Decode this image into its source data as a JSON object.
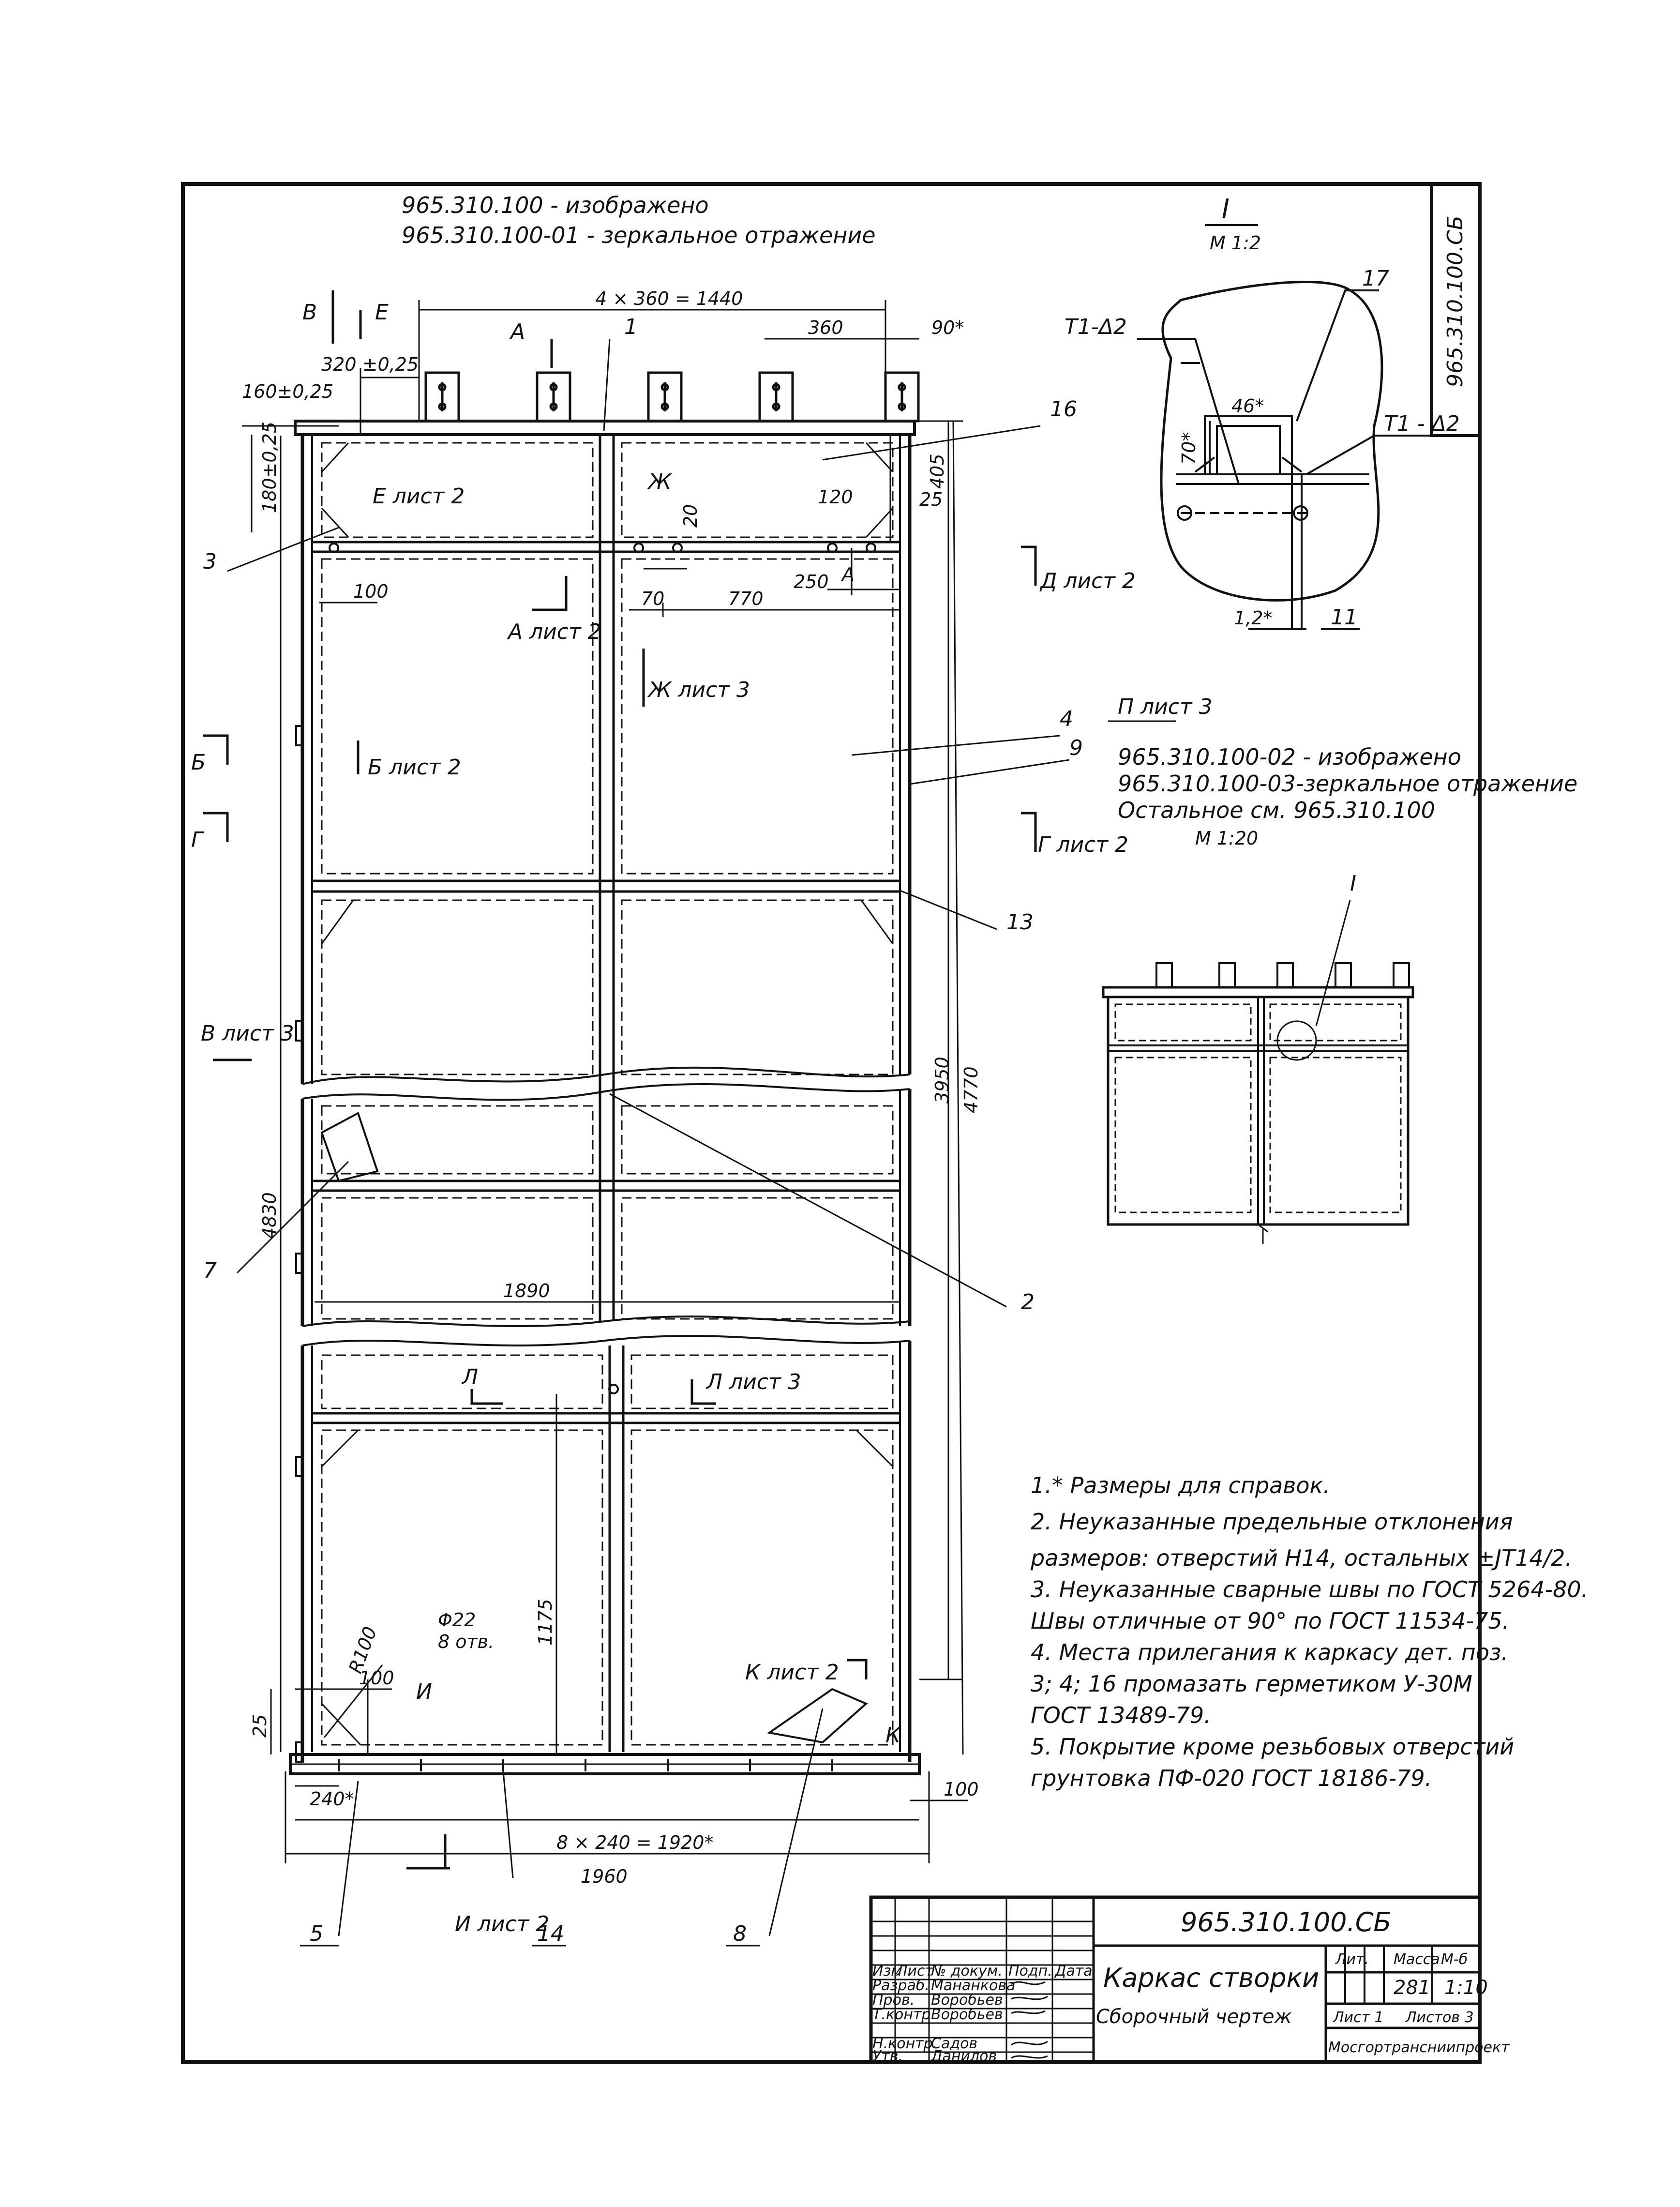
{
  "header": {
    "variant_1": "965.310.100 - изображено",
    "variant_2": "965.310.100-01 - зеркальное отражение"
  },
  "vertical_stamp": "965.310.100.СБ",
  "detail_view": {
    "title": "I",
    "scale": "М 1:2",
    "weld_left": "Т1-Δ2",
    "weld_right": "Т1 - Δ2",
    "dim_width": "46*",
    "dim_height": "70*",
    "dim_gap": "1,2*",
    "pos_17": "17",
    "pos_11": "11"
  },
  "small_view": {
    "variant_1": "965.310.100-02 - изображено",
    "variant_2": "965.310.100-03-зеркальное отражение",
    "rest": "Остальное см. 965.310.100",
    "scale": "М 1:20",
    "detail_mark": "I",
    "section_p": "П лист 3"
  },
  "dimensions": {
    "top_pitch": "4 × 360 = 1440",
    "top_360": "360",
    "top_90": "90*",
    "d_320": "320 ±0,25",
    "d_160": "160±0,25",
    "d_180": "180±0,25",
    "d_405": "405",
    "d_25_top": "25",
    "d_120": "120",
    "d_20": "20",
    "d_250": "250",
    "d_100_top": "100",
    "d_70": "70",
    "d_770": "770",
    "d_3950": "3950",
    "d_4770": "4770",
    "d_4830": "4830",
    "d_1890": "1890",
    "d_1175": "1175",
    "d_phi22": "Φ22",
    "d_holes": "8 отв.",
    "d_r100": "R100",
    "d_100_bot": "100",
    "d_25_bot": "25",
    "d_240": "240*",
    "d_pitch_bot": "8 × 240 = 1920*",
    "d_1960": "1960",
    "d_100_right": "100"
  },
  "sections": {
    "v": "В",
    "v_sheet": "В лист 3",
    "e": "Е",
    "e_sheet": "Е лист 2",
    "a": "А",
    "a_sheet": "А лист 2",
    "zh": "Ж",
    "zh_sheet": "Ж лист 3",
    "b": "Б",
    "b_sheet": "Б лист 2",
    "g": "Г",
    "g_sheet": "Г лист 2",
    "d_sheet": "Д лист 2",
    "a_small": "А",
    "l": "Л",
    "l_sheet": "Л лист 3",
    "i": "И",
    "i_sheet": "И лист 2",
    "k": "К",
    "k_sheet": "К лист 2"
  },
  "positions": {
    "p1": "1",
    "p2": "2",
    "p3": "3",
    "p4": "4",
    "p5": "5",
    "p7": "7",
    "p8": "8",
    "p9": "9",
    "p13": "13",
    "p14": "14",
    "p16": "16"
  },
  "notes": [
    "1.* Размеры для справок.",
    "2. Неуказанные предельные отклонения",
    "размеров: отверстий Н14, остальных ±JT14/2.",
    "3. Неуказанные сварные швы по ГОСТ 5264-80.",
    "Швы отличные от 90° по ГОСТ 11534-75.",
    "4. Места прилегания к каркасу дет. поз.",
    "3; 4; 16 промазать герметиком У-30М",
    "ГОСТ 13489-79.",
    "5. Покрытие кроме резьбовых отверстий",
    "грунтовка ПФ-020 ГОСТ 18186-79."
  ],
  "title_block": {
    "doc_code": "965.310.100.СБ",
    "name_1": "Каркас створки",
    "name_2": "Сборочный чертеж",
    "col_lit": "Лит.",
    "col_mass": "Масса",
    "col_scale": "М-б",
    "mass": "281",
    "scale": "1:10",
    "sheet": "Лист 1",
    "sheets": "Листов 3",
    "org": "Мосгортрансниипроект",
    "hdr_izm": "Изм",
    "hdr_list": "Лист",
    "hdr_doc": "№ докум.",
    "hdr_sign": "Подп.",
    "hdr_date": "Дата",
    "role_razrab": "Разраб.",
    "role_prov": "Пров.",
    "role_tkontr": "Т.контр.",
    "role_nkontr": "Н.контр.",
    "role_utv": "Утв.",
    "name_razrab": "Мананкова",
    "name_prov": "Воробьев",
    "name_tkontr": "Воробьев",
    "name_nkontr": "Садов",
    "name_utv": "Данилов"
  }
}
